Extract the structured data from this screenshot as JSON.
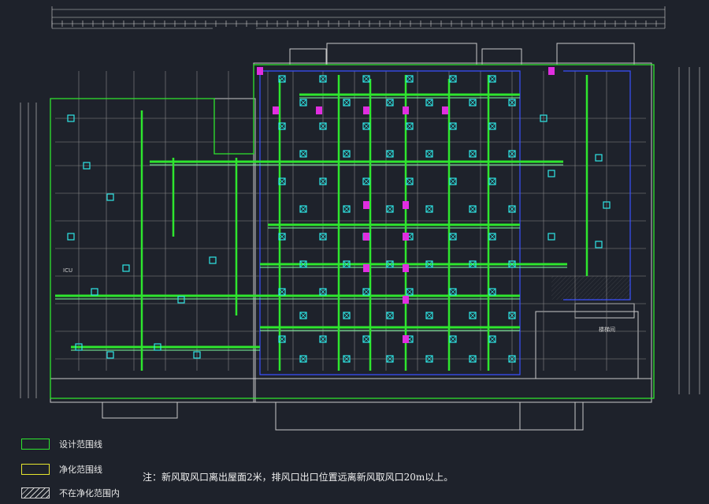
{
  "colors": {
    "background": "#1e222b",
    "design_boundary": "#2ee62e",
    "purification_boundary": "#e6e62e",
    "duct": "#2ee62e",
    "duct_light": "#7dffa0",
    "diffuser": "#2ee6e6",
    "wall": "#c8c8c8",
    "magenta": "#e02ee0",
    "blue": "#3a50ff"
  },
  "legend": [
    {
      "label": "设计范围线",
      "style": "design"
    },
    {
      "label": "净化范围线",
      "style": "purify"
    },
    {
      "label": "不在净化范围内",
      "style": "hatch"
    }
  ],
  "note": "注：新风取风口离出屋面2米，排风口出口位置远离新风取风口20m以上。",
  "rooms": {
    "icu": "ICU",
    "stair": "楼梯间"
  }
}
